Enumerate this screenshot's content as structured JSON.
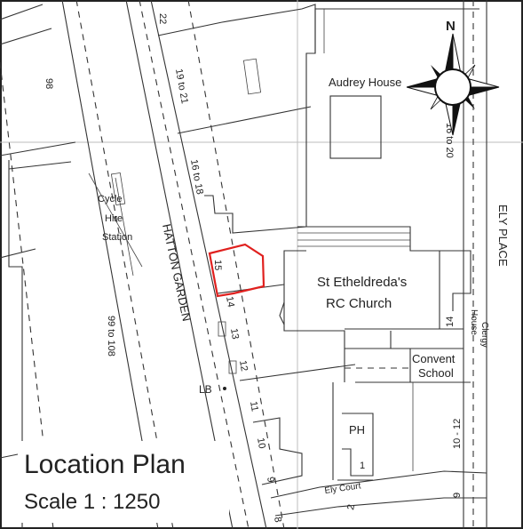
{
  "legend": {
    "title": "Location Plan",
    "scale": "Scale 1 : 1250"
  },
  "compass": {
    "north_label": "N"
  },
  "labels": {
    "audrey_house": "Audrey House",
    "church_line1": "St Etheldreda's",
    "church_line2": "RC Church",
    "convent_line1": "Convent",
    "convent_line2": "School",
    "hatton_garden": "HATTON GARDEN",
    "ely_place": "ELY PLACE",
    "ely_court": "Ely Court",
    "clergy_line1": "Clergy",
    "clergy_line2": "House",
    "cycle_line1": "Cycle",
    "cycle_line2": "Hire",
    "cycle_line3": "Station",
    "pub": "PH",
    "lb": "LB"
  },
  "numbers": {
    "n98": "98",
    "n22": "22",
    "n19to21": "19 to 21",
    "n16to18": "16 to 18",
    "n15": "15",
    "n14": "14",
    "n13": "13",
    "n12": "12",
    "n11": "11",
    "n10": "10",
    "n9": "9",
    "n8": "8",
    "n99to108": "99 to 108",
    "n16to20": "16 to 20",
    "n14b": "14",
    "n10to12": "10 - 12",
    "n9b": "9",
    "n2": "2",
    "n1": "1"
  },
  "site": {
    "highlight_color": "#e0201e",
    "house_number": "15"
  },
  "colors": {
    "ink": "#333333",
    "grid": "#bdbdbd"
  }
}
